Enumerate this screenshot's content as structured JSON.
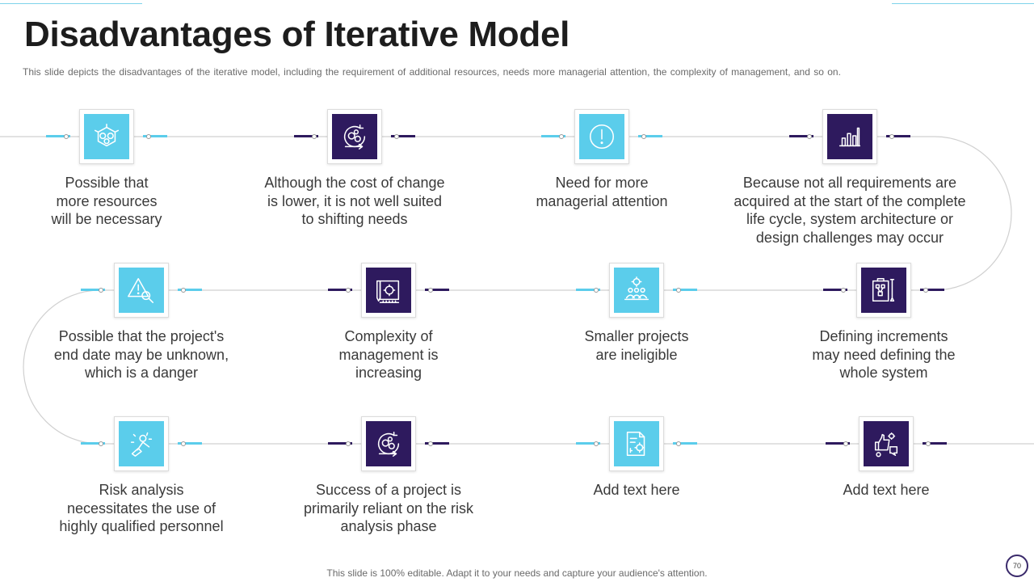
{
  "slide": {
    "title": "Disadvantages of Iterative Model",
    "subtitle": "This slide depicts the disadvantages  of the iterative model, including the requirement  of additional resources, needs  more managerial  attention, the complexity of management,  and so on.",
    "footer": "This slide is 100% editable. Adapt it to your needs and capture your audience's attention.",
    "page_number": "70"
  },
  "colors": {
    "accent_cyan": "#5bcdeb",
    "accent_purple": "#2e1a5e",
    "path_line": "#d0d0d0",
    "text": "#3a3a3a"
  },
  "items": [
    {
      "text": "Possible that\nmore resources\nwill be necessary",
      "icon": "gears-cube-icon",
      "color": "cyan"
    },
    {
      "text": "Although the cost of change\nis lower, it is not well suited\nto shifting needs",
      "icon": "gears-cycle-icon",
      "color": "purple"
    },
    {
      "text": "Need for more\nmanagerial attention",
      "icon": "exclamation-icon",
      "color": "cyan"
    },
    {
      "text": "Because not all requirements are\nacquired at the start of the complete\nlife cycle, system architecture or\ndesign challenges may occur",
      "icon": "bar-chart-icon",
      "color": "purple"
    },
    {
      "text": "Possible that the project's\nend date may be unknown,\nwhich is a danger",
      "icon": "risk-search-icon",
      "color": "cyan"
    },
    {
      "text": "Complexity of\nmanagement is\nincreasing",
      "icon": "blueprint-icon",
      "color": "purple"
    },
    {
      "text": "Smaller projects\nare ineligible",
      "icon": "team-gear-icon",
      "color": "cyan"
    },
    {
      "text": "Defining increments\nmay need defining the\nwhole system",
      "icon": "planning-tools-icon",
      "color": "purple"
    },
    {
      "text": "Risk analysis\nnecessitates the use of\nhighly qualified personnel",
      "icon": "expert-icon",
      "color": "cyan"
    },
    {
      "text": "Success of a project is\nprimarily reliant on the risk\nanalysis phase",
      "icon": "gears-cycle-icon",
      "color": "purple"
    },
    {
      "text": "Add text here",
      "icon": "document-gear-icon",
      "color": "cyan"
    },
    {
      "text": "Add text here",
      "icon": "feedback-icon",
      "color": "purple"
    }
  ]
}
